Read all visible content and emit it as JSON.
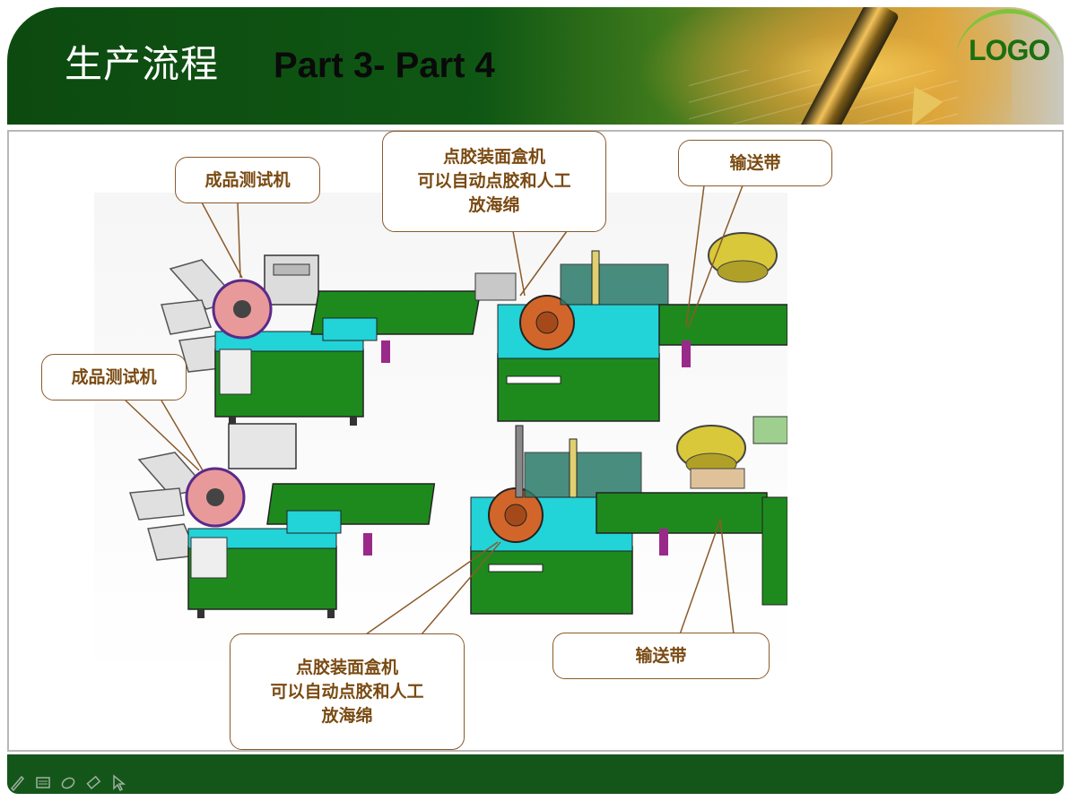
{
  "header": {
    "title_cn": "生产流程",
    "title_en": "Part 3- Part 4",
    "logo": "LOGO"
  },
  "callouts": {
    "tester_top": "成品测试机",
    "tester_left": "成品测试机",
    "glue_top": "点胶装面盒机\n可以自动点胶和人工\n放海绵",
    "conveyor_top": "输送带",
    "glue_bottom": "点胶装面盒机\n可以自动点胶和人工\n放海绵",
    "conveyor_bottom": "输送带"
  },
  "colors": {
    "header_green": "#0f5714",
    "callout_text": "#7a4a12",
    "callout_border": "#8b5a2b",
    "machine_green": "#1e8a1e",
    "machine_cyan": "#22d3d8",
    "disc_orange": "#d2662a"
  },
  "toolbar": {
    "icons": [
      "pen-icon",
      "slides-icon",
      "shape-icon",
      "eraser-icon",
      "pointer-icon"
    ]
  }
}
